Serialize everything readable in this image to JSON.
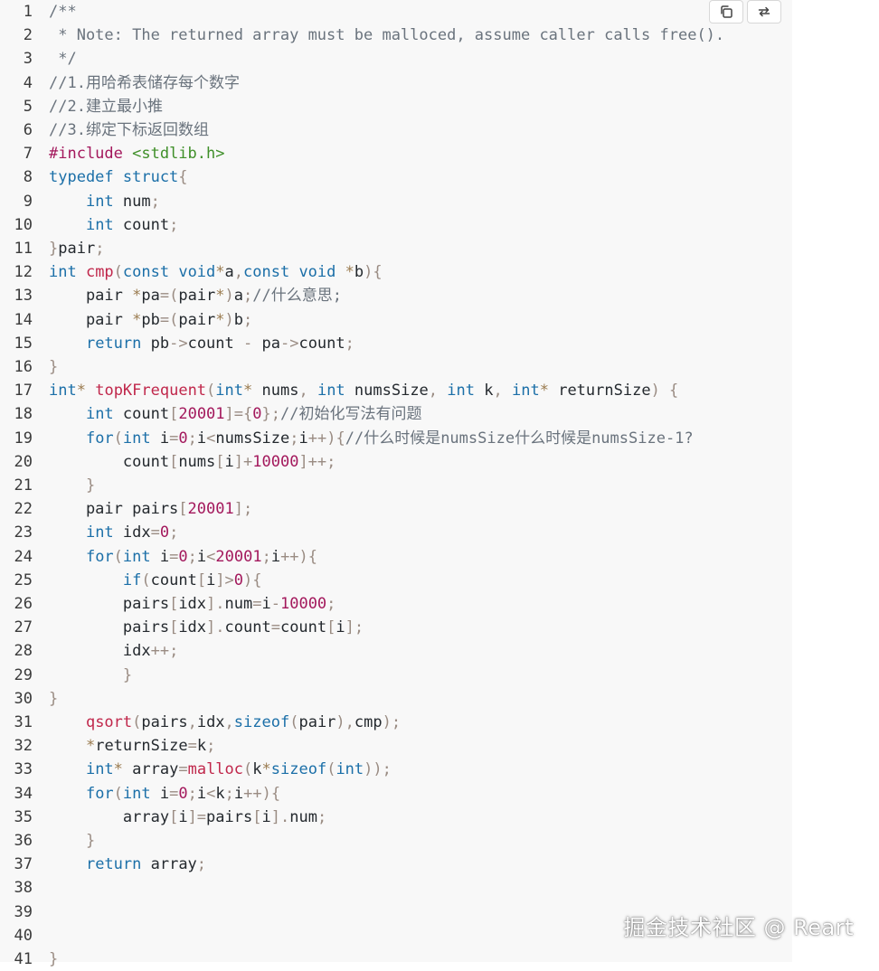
{
  "colors": {
    "panel_bg": "#f8f8f8",
    "comment": "#6a737d",
    "keyword": "#1b6fa8",
    "number": "#a3185c",
    "function": "#c0274b",
    "string": "#3f8f29",
    "punct": "#9a8c83"
  },
  "toolbar": {
    "copy_icon": "copy-icon",
    "wrap_icon": "wrap-toggle-icon"
  },
  "code": {
    "lines": [
      {
        "n": "1",
        "tokens": [
          [
            "comment",
            "/**"
          ]
        ]
      },
      {
        "n": "2",
        "tokens": [
          [
            "comment",
            " * Note: The returned array must be malloced, assume caller calls free()."
          ]
        ]
      },
      {
        "n": "3",
        "tokens": [
          [
            "comment",
            " */"
          ]
        ]
      },
      {
        "n": "4",
        "tokens": [
          [
            "comment",
            "//1.用哈希表储存每个数字"
          ]
        ]
      },
      {
        "n": "5",
        "tokens": [
          [
            "comment",
            "//2.建立最小推"
          ]
        ]
      },
      {
        "n": "6",
        "tokens": [
          [
            "comment",
            "//3.绑定下标返回数组"
          ]
        ]
      },
      {
        "n": "7",
        "tokens": [
          [
            "macro",
            "#include "
          ],
          [
            "string",
            "<stdlib.h>"
          ]
        ]
      },
      {
        "n": "8",
        "tokens": [
          [
            "keyword",
            "typedef struct"
          ],
          [
            "punct",
            "{"
          ]
        ]
      },
      {
        "n": "9",
        "tokens": [
          [
            "plain",
            "    "
          ],
          [
            "keyword",
            "int"
          ],
          [
            "plain",
            " num"
          ],
          [
            "punct",
            ";"
          ]
        ]
      },
      {
        "n": "10",
        "tokens": [
          [
            "plain",
            "    "
          ],
          [
            "keyword",
            "int"
          ],
          [
            "plain",
            " count"
          ],
          [
            "punct",
            ";"
          ]
        ]
      },
      {
        "n": "11",
        "tokens": [
          [
            "punct",
            "}"
          ],
          [
            "plain",
            "pair"
          ],
          [
            "punct",
            ";"
          ]
        ]
      },
      {
        "n": "12",
        "tokens": [
          [
            "keyword",
            "int "
          ],
          [
            "func",
            "cmp"
          ],
          [
            "punct",
            "("
          ],
          [
            "keyword",
            "const void"
          ],
          [
            "ptr",
            "*"
          ],
          [
            "plain",
            "a"
          ],
          [
            "punct",
            ","
          ],
          [
            "keyword",
            "const void "
          ],
          [
            "ptr",
            "*"
          ],
          [
            "plain",
            "b"
          ],
          [
            "punct",
            "){"
          ]
        ]
      },
      {
        "n": "13",
        "tokens": [
          [
            "plain",
            "    pair "
          ],
          [
            "ptr",
            "*"
          ],
          [
            "plain",
            "pa"
          ],
          [
            "punct",
            "=("
          ],
          [
            "plain",
            "pair"
          ],
          [
            "ptr",
            "*"
          ],
          [
            "punct",
            ")"
          ],
          [
            "plain",
            "a"
          ],
          [
            "punct",
            ";"
          ],
          [
            "comment",
            "//什么意思;"
          ]
        ]
      },
      {
        "n": "14",
        "tokens": [
          [
            "plain",
            "    pair "
          ],
          [
            "ptr",
            "*"
          ],
          [
            "plain",
            "pb"
          ],
          [
            "punct",
            "=("
          ],
          [
            "plain",
            "pair"
          ],
          [
            "ptr",
            "*"
          ],
          [
            "punct",
            ")"
          ],
          [
            "plain",
            "b"
          ],
          [
            "punct",
            ";"
          ]
        ]
      },
      {
        "n": "15",
        "tokens": [
          [
            "plain",
            "    "
          ],
          [
            "keyword",
            "return"
          ],
          [
            "plain",
            " pb"
          ],
          [
            "punct",
            "->"
          ],
          [
            "plain",
            "count "
          ],
          [
            "punct",
            "-"
          ],
          [
            "plain",
            " pa"
          ],
          [
            "punct",
            "->"
          ],
          [
            "plain",
            "count"
          ],
          [
            "punct",
            ";"
          ]
        ]
      },
      {
        "n": "16",
        "tokens": [
          [
            "punct",
            "}"
          ]
        ]
      },
      {
        "n": "17",
        "tokens": [
          [
            "keyword",
            "int"
          ],
          [
            "ptr",
            "*"
          ],
          [
            "plain",
            " "
          ],
          [
            "func",
            "topKFrequent"
          ],
          [
            "punct",
            "("
          ],
          [
            "keyword",
            "int"
          ],
          [
            "ptr",
            "*"
          ],
          [
            "plain",
            " nums"
          ],
          [
            "punct",
            ","
          ],
          [
            "plain",
            " "
          ],
          [
            "keyword",
            "int"
          ],
          [
            "plain",
            " numsSize"
          ],
          [
            "punct",
            ","
          ],
          [
            "plain",
            " "
          ],
          [
            "keyword",
            "int"
          ],
          [
            "plain",
            " k"
          ],
          [
            "punct",
            ","
          ],
          [
            "plain",
            " "
          ],
          [
            "keyword",
            "int"
          ],
          [
            "ptr",
            "*"
          ],
          [
            "plain",
            " returnSize"
          ],
          [
            "punct",
            ") {"
          ]
        ]
      },
      {
        "n": "18",
        "tokens": [
          [
            "plain",
            "    "
          ],
          [
            "keyword",
            "int"
          ],
          [
            "plain",
            " count"
          ],
          [
            "punct",
            "["
          ],
          [
            "number",
            "20001"
          ],
          [
            "punct",
            "]={"
          ],
          [
            "number",
            "0"
          ],
          [
            "punct",
            "};"
          ],
          [
            "comment",
            "//初始化写法有问题"
          ]
        ]
      },
      {
        "n": "19",
        "tokens": [
          [
            "plain",
            "    "
          ],
          [
            "keyword",
            "for"
          ],
          [
            "punct",
            "("
          ],
          [
            "keyword",
            "int"
          ],
          [
            "plain",
            " i"
          ],
          [
            "punct",
            "="
          ],
          [
            "number",
            "0"
          ],
          [
            "punct",
            ";"
          ],
          [
            "plain",
            "i"
          ],
          [
            "punct",
            "<"
          ],
          [
            "plain",
            "numsSize"
          ],
          [
            "punct",
            ";"
          ],
          [
            "plain",
            "i"
          ],
          [
            "punct",
            "++){"
          ],
          [
            "comment",
            "//什么时候是numsSize什么时候是numsSize-1?"
          ]
        ]
      },
      {
        "n": "20",
        "tokens": [
          [
            "plain",
            "        count"
          ],
          [
            "punct",
            "["
          ],
          [
            "plain",
            "nums"
          ],
          [
            "punct",
            "["
          ],
          [
            "plain",
            "i"
          ],
          [
            "punct",
            "]+"
          ],
          [
            "number",
            "10000"
          ],
          [
            "punct",
            "]++;"
          ]
        ]
      },
      {
        "n": "21",
        "tokens": [
          [
            "plain",
            "    "
          ],
          [
            "punct",
            "}"
          ]
        ]
      },
      {
        "n": "22",
        "tokens": [
          [
            "plain",
            "    pair pairs"
          ],
          [
            "punct",
            "["
          ],
          [
            "number",
            "20001"
          ],
          [
            "punct",
            "];"
          ]
        ]
      },
      {
        "n": "23",
        "tokens": [
          [
            "plain",
            "    "
          ],
          [
            "keyword",
            "int"
          ],
          [
            "plain",
            " idx"
          ],
          [
            "punct",
            "="
          ],
          [
            "number",
            "0"
          ],
          [
            "punct",
            ";"
          ]
        ]
      },
      {
        "n": "24",
        "tokens": [
          [
            "plain",
            "    "
          ],
          [
            "keyword",
            "for"
          ],
          [
            "punct",
            "("
          ],
          [
            "keyword",
            "int"
          ],
          [
            "plain",
            " i"
          ],
          [
            "punct",
            "="
          ],
          [
            "number",
            "0"
          ],
          [
            "punct",
            ";"
          ],
          [
            "plain",
            "i"
          ],
          [
            "punct",
            "<"
          ],
          [
            "number",
            "20001"
          ],
          [
            "punct",
            ";"
          ],
          [
            "plain",
            "i"
          ],
          [
            "punct",
            "++){"
          ]
        ]
      },
      {
        "n": "25",
        "tokens": [
          [
            "plain",
            "        "
          ],
          [
            "keyword",
            "if"
          ],
          [
            "punct",
            "("
          ],
          [
            "plain",
            "count"
          ],
          [
            "punct",
            "["
          ],
          [
            "plain",
            "i"
          ],
          [
            "punct",
            "]>"
          ],
          [
            "number",
            "0"
          ],
          [
            "punct",
            "){"
          ]
        ]
      },
      {
        "n": "26",
        "tokens": [
          [
            "plain",
            "        pairs"
          ],
          [
            "punct",
            "["
          ],
          [
            "plain",
            "idx"
          ],
          [
            "punct",
            "]."
          ],
          [
            "plain",
            "num"
          ],
          [
            "punct",
            "="
          ],
          [
            "plain",
            "i"
          ],
          [
            "punct",
            "-"
          ],
          [
            "number",
            "10000"
          ],
          [
            "punct",
            ";"
          ]
        ]
      },
      {
        "n": "27",
        "tokens": [
          [
            "plain",
            "        pairs"
          ],
          [
            "punct",
            "["
          ],
          [
            "plain",
            "idx"
          ],
          [
            "punct",
            "]."
          ],
          [
            "plain",
            "count"
          ],
          [
            "punct",
            "="
          ],
          [
            "plain",
            "count"
          ],
          [
            "punct",
            "["
          ],
          [
            "plain",
            "i"
          ],
          [
            "punct",
            "];"
          ]
        ]
      },
      {
        "n": "28",
        "tokens": [
          [
            "plain",
            "        idx"
          ],
          [
            "punct",
            "++;"
          ]
        ]
      },
      {
        "n": "29",
        "tokens": [
          [
            "plain",
            "        "
          ],
          [
            "punct",
            "}"
          ]
        ]
      },
      {
        "n": "30",
        "tokens": [
          [
            "punct",
            "}"
          ]
        ]
      },
      {
        "n": "31",
        "tokens": [
          [
            "plain",
            "    "
          ],
          [
            "func",
            "qsort"
          ],
          [
            "punct",
            "("
          ],
          [
            "plain",
            "pairs"
          ],
          [
            "punct",
            ","
          ],
          [
            "plain",
            "idx"
          ],
          [
            "punct",
            ","
          ],
          [
            "keyword",
            "sizeof"
          ],
          [
            "punct",
            "("
          ],
          [
            "plain",
            "pair"
          ],
          [
            "punct",
            "),"
          ],
          [
            "plain",
            "cmp"
          ],
          [
            "punct",
            ");"
          ]
        ]
      },
      {
        "n": "32",
        "tokens": [
          [
            "plain",
            "    "
          ],
          [
            "ptr",
            "*"
          ],
          [
            "plain",
            "returnSize"
          ],
          [
            "punct",
            "="
          ],
          [
            "plain",
            "k"
          ],
          [
            "punct",
            ";"
          ]
        ]
      },
      {
        "n": "33",
        "tokens": [
          [
            "plain",
            "    "
          ],
          [
            "keyword",
            "int"
          ],
          [
            "ptr",
            "*"
          ],
          [
            "plain",
            " array"
          ],
          [
            "punct",
            "="
          ],
          [
            "func",
            "malloc"
          ],
          [
            "punct",
            "("
          ],
          [
            "plain",
            "k"
          ],
          [
            "ptr",
            "*"
          ],
          [
            "keyword",
            "sizeof"
          ],
          [
            "punct",
            "("
          ],
          [
            "keyword",
            "int"
          ],
          [
            "punct",
            "));"
          ]
        ]
      },
      {
        "n": "34",
        "tokens": [
          [
            "plain",
            "    "
          ],
          [
            "keyword",
            "for"
          ],
          [
            "punct",
            "("
          ],
          [
            "keyword",
            "int"
          ],
          [
            "plain",
            " i"
          ],
          [
            "punct",
            "="
          ],
          [
            "number",
            "0"
          ],
          [
            "punct",
            ";"
          ],
          [
            "plain",
            "i"
          ],
          [
            "punct",
            "<"
          ],
          [
            "plain",
            "k"
          ],
          [
            "punct",
            ";"
          ],
          [
            "plain",
            "i"
          ],
          [
            "punct",
            "++){"
          ]
        ]
      },
      {
        "n": "35",
        "tokens": [
          [
            "plain",
            "        array"
          ],
          [
            "punct",
            "["
          ],
          [
            "plain",
            "i"
          ],
          [
            "punct",
            "]="
          ],
          [
            "plain",
            "pairs"
          ],
          [
            "punct",
            "["
          ],
          [
            "plain",
            "i"
          ],
          [
            "punct",
            "]."
          ],
          [
            "plain",
            "num"
          ],
          [
            "punct",
            ";"
          ]
        ]
      },
      {
        "n": "36",
        "tokens": [
          [
            "plain",
            "    "
          ],
          [
            "punct",
            "}"
          ]
        ]
      },
      {
        "n": "37",
        "tokens": [
          [
            "plain",
            "    "
          ],
          [
            "keyword",
            "return"
          ],
          [
            "plain",
            " array"
          ],
          [
            "punct",
            ";"
          ]
        ]
      },
      {
        "n": "38",
        "tokens": []
      },
      {
        "n": "39",
        "tokens": []
      },
      {
        "n": "40",
        "tokens": []
      },
      {
        "n": "41",
        "tokens": [
          [
            "punct",
            "}"
          ]
        ]
      }
    ]
  },
  "watermark": {
    "text": "掘金技术社区 @ Reart"
  }
}
